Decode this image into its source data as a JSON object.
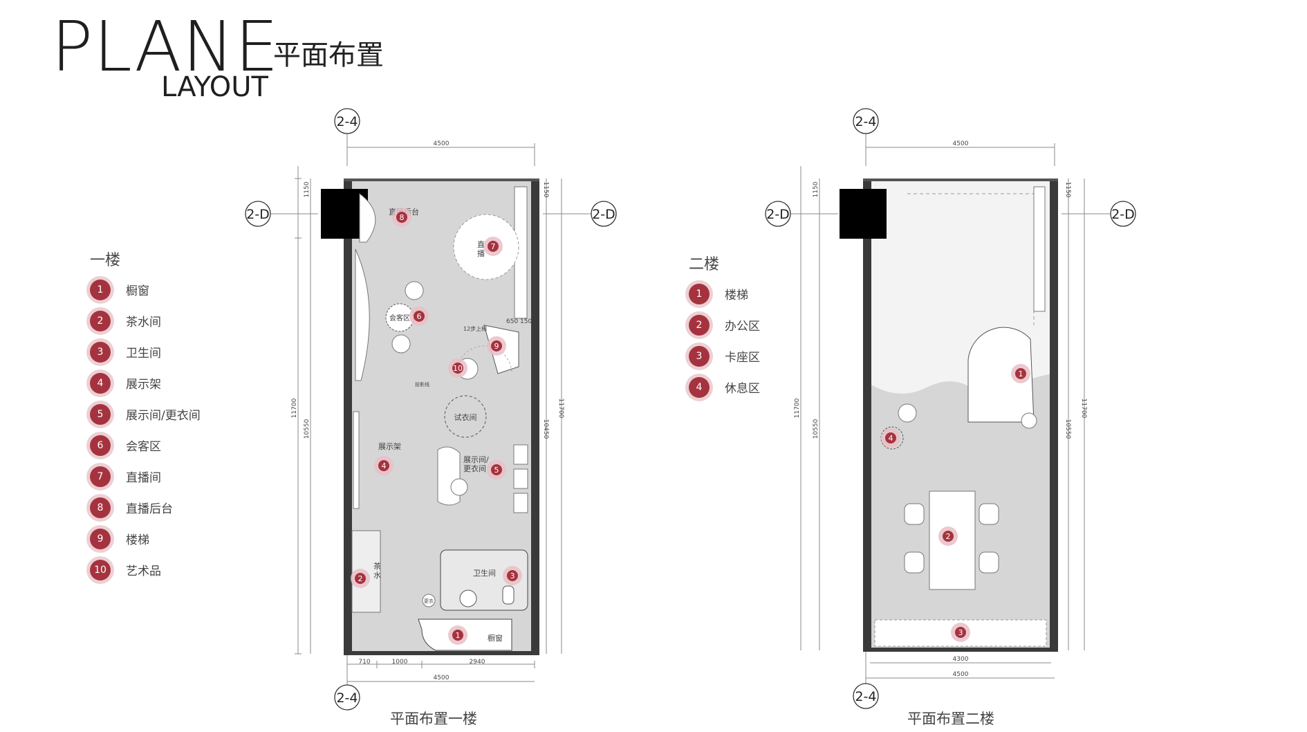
{
  "header": {
    "title_en": "PLANE",
    "subtitle_en": "LAYOUT",
    "title_cn": "平面布置"
  },
  "legend_floor1": {
    "heading": "一楼",
    "items": [
      {
        "num": "1",
        "label": "橱窗"
      },
      {
        "num": "2",
        "label": "茶水间"
      },
      {
        "num": "3",
        "label": "卫生间"
      },
      {
        "num": "4",
        "label": "展示架"
      },
      {
        "num": "5",
        "label": "展示间/更衣间"
      },
      {
        "num": "6",
        "label": "会客区"
      },
      {
        "num": "7",
        "label": "直播间"
      },
      {
        "num": "8",
        "label": "直播后台"
      },
      {
        "num": "9",
        "label": "楼梯"
      },
      {
        "num": "10",
        "label": "艺术品"
      }
    ]
  },
  "legend_floor2": {
    "heading": "二楼",
    "items": [
      {
        "num": "1",
        "label": "楼梯"
      },
      {
        "num": "2",
        "label": "办公区"
      },
      {
        "num": "3",
        "label": "卡座区"
      },
      {
        "num": "4",
        "label": "休息区"
      }
    ]
  },
  "plan1": {
    "caption": "平面布置一楼",
    "axis_top": "2-4",
    "axis_bottom": "2-4",
    "axis_left": "2-D",
    "axis_right": "2-D",
    "dim_top": "4500",
    "dim_bottom_segments": [
      "710",
      "1000",
      "2940"
    ],
    "dim_bottom_total": "4500",
    "dim_left_total": "11700",
    "dim_left_inner": "10550",
    "dim_left_top": "1150",
    "dim_right_top": "1150",
    "dim_right_inner": "10450",
    "dim_right_total": "11700",
    "room_labels": {
      "backstage": "直播后台",
      "live": "直\n播",
      "meeting": "会客区",
      "stairs_note": "12步上梯",
      "stair_dim_a": "650",
      "stair_dim_b": "150",
      "fitting": "试衣间",
      "shelf": "展示架",
      "display": "展示间/\n更衣间",
      "toilet": "卫生间",
      "tea": "茶\n水",
      "window": "橱窗",
      "projection": "投影线",
      "small_room": "更衣"
    }
  },
  "plan2": {
    "caption": "平面布置二楼",
    "axis_top": "2-4",
    "axis_bottom": "2-4",
    "axis_left": "2-D",
    "axis_right": "2-D",
    "dim_top": "4500",
    "dim_bottom_inner": "4300",
    "dim_bottom_total": "4500",
    "dim_left_total": "11700",
    "dim_left_inner": "10550",
    "dim_left_top": "1150",
    "dim_right_top": "1150",
    "dim_right_inner": "10550",
    "dim_right_total": "11700"
  },
  "colors": {
    "marker": "#a5333f",
    "marker_halo": "#e9c0c5",
    "floor": "#d6d6d6",
    "wall": "#3a3a3a"
  }
}
